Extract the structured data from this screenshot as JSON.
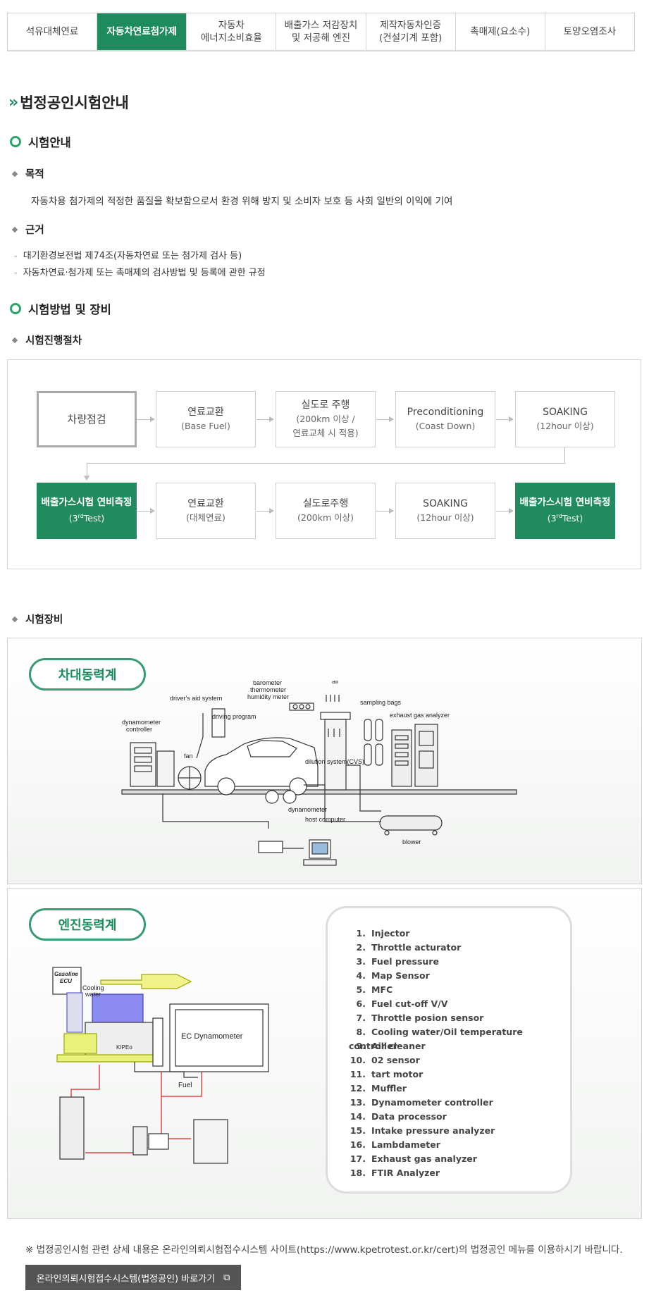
{
  "tabs": [
    {
      "label": "석유대체연료",
      "active": false
    },
    {
      "label": "자동차연료첨가제",
      "active": true
    },
    {
      "label": "자동차\n에너지소비효율",
      "active": false
    },
    {
      "label": "배출가스 저감장치\n및 저공해 엔진",
      "active": false
    },
    {
      "label": "제작자동차인증\n(건설기계 포함)",
      "active": false
    },
    {
      "label": "촉매제(요소수)",
      "active": false
    },
    {
      "label": "토양오염조사",
      "active": false
    }
  ],
  "page_title": "법정공인시험안내",
  "section1": {
    "title": "시험안내",
    "purpose_title": "목적",
    "purpose_text": "자동차용 첨가제의 적정한 품질을 확보함으로서 환경 위해 방지 및 소비자 보호 등 사회 일반의 이익에 기여",
    "basis_title": "근거",
    "basis_items": [
      "대기환경보전법 제74조(자동차연료 또는 첨가제 검사 등)",
      "자동차연료·첨가제 또는 촉매제의 검사방법 및 등록에 관한 규정"
    ]
  },
  "section2": {
    "title": "시험방법 및 장비",
    "procedure_title": "시험진행절차",
    "flow_row1": [
      {
        "main": "차량점검",
        "sub": ""
      },
      {
        "main": "연료교환",
        "sub": "(Base Fuel)"
      },
      {
        "main": "실도로 주행",
        "sub": "(200km 이상 /\n연료교체 시 적용)"
      },
      {
        "main": "Preconditioning",
        "sub": "(Coast Down)"
      },
      {
        "main": "SOAKING",
        "sub": "(12hour 이상)"
      }
    ],
    "flow_row2": [
      {
        "main": "배출가스시험 연비측정",
        "sub_pre": "(3",
        "sub_sup": "rd",
        "sub_post": "Test)"
      },
      {
        "main": "연료교환",
        "sub": "(대체연료)"
      },
      {
        "main": "실도로주행",
        "sub": "(200km 이상)"
      },
      {
        "main": "SOAKING",
        "sub": "(12hour 이상)"
      },
      {
        "main": "배출가스시험 연비측정",
        "sub_pre": "(3",
        "sub_sup": "rd",
        "sub_post": "Test)"
      }
    ],
    "equipment_title": "시험장비",
    "chassis_title": "차대동력계",
    "chassis_labels": {
      "drivers_aid": "driver's aid system",
      "barometer": "barometer",
      "thermometer": "thermometer",
      "humidity": "humidity meter",
      "air": "air",
      "sampling": "sampling bags",
      "dyno_ctrl1": "dynamometer",
      "dyno_ctrl2": "controller",
      "driving": "driving program",
      "exhaust": "exhaust gas analyzer",
      "fan": "fan",
      "dilution": "dilution system(CVS)",
      "dyno": "dynamometer",
      "host": "host computer",
      "blower": "blower"
    },
    "engine_title": "엔진동력계",
    "engine_labels": {
      "ecu1": "Gasoline",
      "ecu2": "ECU",
      "cooling1": "Cooling",
      "cooling2": "water",
      "ec_dyno": "EC Dynamometer",
      "kipeo": "KIPEo",
      "fuel": "Fuel"
    },
    "legend_items": [
      "Injector",
      "Throttle acturator",
      "Fuel pressure",
      "Map Sensor",
      "MFC",
      "Fuel cut-off V/V",
      "Throttle posion sensor",
      "Cooling water/Oil temperature controller",
      "Air cleaner",
      "02 sensor",
      "tart motor",
      "Muffler",
      "Dynamometer controller",
      "Data processor",
      "Intake pressure analyzer",
      "Lambdameter",
      "Exhaust gas analyzer",
      "FTIR Analyzer"
    ]
  },
  "footer_note": "※ 법정공인시험 관련 상세 내용은 온라인의뢰시험접수시스템 사이트(https://www.kpetrotest.or.kr/cert)의 법정공인 메뉴를 이용하시기 바랍니다.",
  "footer_button": "온라인의뢰시험접수시스템(법정공인) 바로가기",
  "colors": {
    "accent": "#1e8a5e",
    "ring": "#2aa66a"
  }
}
